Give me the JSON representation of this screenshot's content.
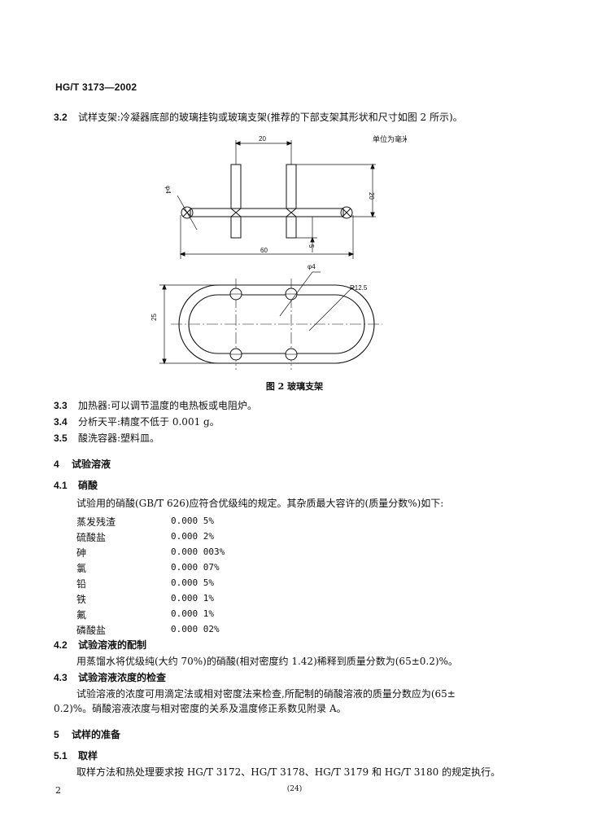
{
  "header": "HG/T 3173—2002",
  "s3_2": {
    "num": "3.2",
    "text": "试样支架:冷凝器底部的玻璃挂钩或玻璃支架(推荐的下部支架其形状和尺寸如图 2 所示)。"
  },
  "figure": {
    "unit_note": "单位为毫米",
    "dim_20_top": "20",
    "dim_20_right": "20",
    "dim_phi4_left": "φ4",
    "dim_5": "5",
    "dim_60": "60",
    "dim_phi4_bottom": "φ4",
    "dim_r12_5": "R12.5",
    "dim_25": "25",
    "caption": "图 2    玻璃支架"
  },
  "s3_3": {
    "num": "3.3",
    "text": "加热器:可以调节温度的电热板或电阻炉。"
  },
  "s3_4": {
    "num": "3.4",
    "text": "分析天平:精度不低于 0.001 g。"
  },
  "s3_5": {
    "num": "3.5",
    "text": "酸洗容器:塑料皿。"
  },
  "s4": {
    "num": "4",
    "text": "试验溶液"
  },
  "s4_1": {
    "num": "4.1",
    "text": "硝酸"
  },
  "s4_1_body": "试验用的硝酸(GB/T 626)应符合优级纯的规定。其杂质最大容许的(质量分数%)如下:",
  "impurities": [
    {
      "name": "蒸发残渣",
      "value": "0.000 5%"
    },
    {
      "name": "硫酸盐",
      "value": "0.000 2%"
    },
    {
      "name": "砷",
      "value": "0.000 003%"
    },
    {
      "name": "氯",
      "value": "0.000 07%"
    },
    {
      "name": "铅",
      "value": "0.000 5%"
    },
    {
      "name": "铁",
      "value": "0.000 1%"
    },
    {
      "name": "氟",
      "value": "0.000 1%"
    },
    {
      "name": "磷酸盐",
      "value": "0.000 02%"
    }
  ],
  "s4_2": {
    "num": "4.2",
    "text": "试验溶液的配制"
  },
  "s4_2_body": "用蒸馏水将优级纯(大约 70%)的硝酸(相对密度约 1.42)稀释到质量分数为(65±0.2)%。",
  "s4_3": {
    "num": "4.3",
    "text": "试验溶液浓度的检查"
  },
  "s4_3_body1": "试验溶液的浓度可用滴定法或相对密度法来检查,所配制的硝酸溶液的质量分数应为(65±",
  "s4_3_body2": "0.2)%。硝酸溶液浓度与相对密度的关系及温度修正系数见附录 A。",
  "s5": {
    "num": "5",
    "text": "试样的准备"
  },
  "s5_1": {
    "num": "5.1",
    "text": "取样"
  },
  "s5_1_body": "取样方法和热处理要求按 HG/T 3172、HG/T 3178、HG/T 3179 和 HG/T 3180 的规定执行。",
  "footer": {
    "page": "2",
    "center": "(24)"
  }
}
